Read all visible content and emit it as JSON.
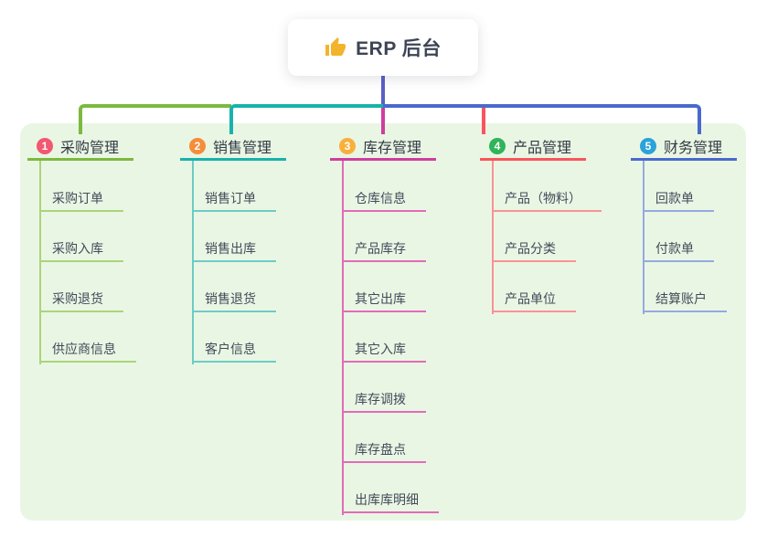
{
  "root": {
    "title": "ERP 后台",
    "icon": "thumbs-up-icon",
    "icon_color": "#f2b42c",
    "stem_color": "#5a60c6"
  },
  "panel": {
    "background": "#eaf6e4"
  },
  "branches": [
    {
      "badge": "1",
      "label": "采购管理",
      "badge_color": "#f25870",
      "line_color": "#7cb93e",
      "line_light": "#aad579",
      "children": [
        "采购订单",
        "采购入库",
        "采购退货",
        "供应商信息"
      ]
    },
    {
      "badge": "2",
      "label": "销售管理",
      "badge_color": "#f68d3a",
      "line_color": "#17b3ab",
      "line_light": "#6cccc5",
      "children": [
        "销售订单",
        "销售出库",
        "销售退货",
        "客户信息"
      ]
    },
    {
      "badge": "3",
      "label": "库存管理",
      "badge_color": "#f8b03b",
      "line_color": "#cf3d9e",
      "line_light": "#e26bb8",
      "children": [
        "仓库信息",
        "产品库存",
        "其它出库",
        "其它入库",
        "库存调拨",
        "库存盘点",
        "出库库明细"
      ]
    },
    {
      "badge": "4",
      "label": "产品管理",
      "badge_color": "#30b45a",
      "line_color": "#f8555d",
      "line_light": "#fa9298",
      "children": [
        "产品（物料）",
        "产品分类",
        "产品单位"
      ]
    },
    {
      "badge": "5",
      "label": "财务管理",
      "badge_color": "#2aa2da",
      "line_color": "#4a69cd",
      "line_light": "#93aae0",
      "children": [
        "回款单",
        "付款单",
        "结算账户"
      ]
    }
  ]
}
